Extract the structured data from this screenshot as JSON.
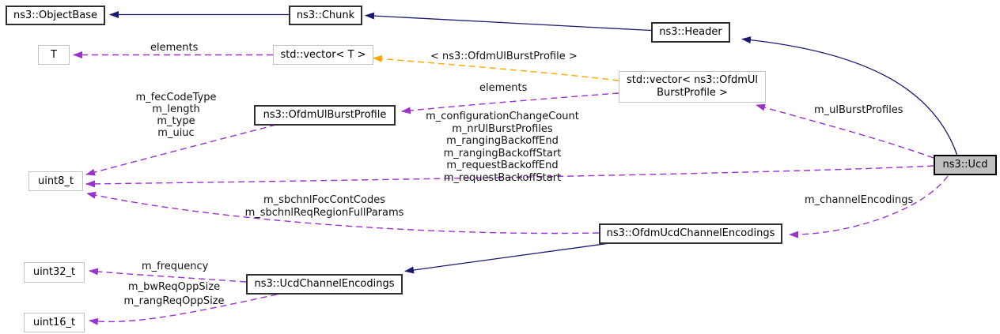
{
  "nodes": {
    "objectbase": {
      "label": "ns3::ObjectBase"
    },
    "chunk": {
      "label": "ns3::Chunk"
    },
    "header": {
      "label": "ns3::Header"
    },
    "t": {
      "label": "T"
    },
    "vector_t": {
      "label": "std::vector< T >"
    },
    "vector_ofdm": {
      "line1": "std::vector< ns3::OfdmUl",
      "line2": "BurstProfile >"
    },
    "ofdm_ul_burst_profile": {
      "label": "ns3::OfdmUlBurstProfile"
    },
    "uint8": {
      "label": "uint8_t"
    },
    "ucd": {
      "label": "ns3::Ucd"
    },
    "ofdm_ucd_channel_encodings": {
      "label": "ns3::OfdmUcdChannelEncodings"
    },
    "uint32": {
      "label": "uint32_t"
    },
    "ucd_channel_encodings": {
      "label": "ns3::UcdChannelEncodings"
    },
    "uint16": {
      "label": "uint16_t"
    }
  },
  "edge_labels": {
    "elements_top": "elements",
    "template_args": "< ns3::OfdmUlBurstProfile >",
    "elements_vector": "elements",
    "ofdm_ul_members": {
      "lines": [
        "m_fecCodeType",
        "m_length",
        "m_type",
        "m_uiuc"
      ]
    },
    "ucd_uint8_members": {
      "lines": [
        "m_configurationChangeCount",
        "m_nrUlBurstProfiles",
        "m_rangingBackoffEnd",
        "m_rangingBackoffStart",
        "m_requestBackoffEnd",
        "m_requestBackoffStart"
      ]
    },
    "ul_burst_profiles": "m_ulBurstProfiles",
    "channel_encodings": "m_channelEncodings",
    "ofdm_ucd_members": {
      "lines": [
        "m_sbchnlFocContCodes",
        "m_sbchnlReqRegionFullParams"
      ]
    },
    "frequency": "m_frequency",
    "ucd_enc_members": {
      "lines": [
        "m_bwReqOppSize",
        "m_rangReqOppSize"
      ]
    }
  },
  "colors": {
    "inheritance_edge": "#191970",
    "usage_edge": "#9a32cd",
    "template_edge": "#ffa500",
    "focus_node_fill": "#bfbfbf",
    "documented_border": "#2f2f2f",
    "undocumented_border": "#c3c3c3",
    "background": "#ffffff",
    "text": "#000000"
  }
}
